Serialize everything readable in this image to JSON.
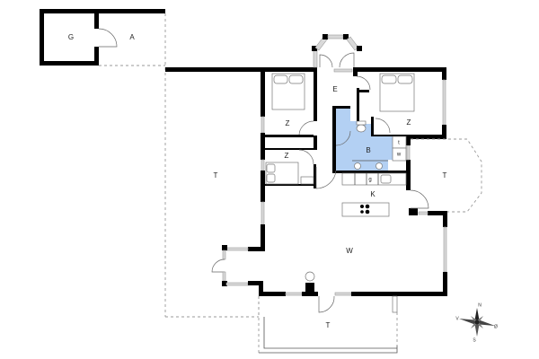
{
  "floorplan": {
    "rooms": {
      "garage": "G",
      "annex": "A",
      "terrace_west": "T",
      "entrance": "E",
      "bedroom_nw": "Z",
      "bedroom_ne": "Z",
      "bedroom_small": "Z",
      "bathroom": "B",
      "toilet_label": "t",
      "washer_label": "w",
      "gas_label": "g",
      "kitchen": "K",
      "terrace_east": "T",
      "living": "W",
      "terrace_south": "T"
    },
    "colors": {
      "wall": "#000000",
      "bathroom_fill": "#b3d0f3",
      "window": "#d9d9d9",
      "outline_dashed": "#9a9a9a"
    }
  },
  "compass": {
    "north": "N",
    "east": "Ø",
    "south": "S",
    "west": "V"
  }
}
